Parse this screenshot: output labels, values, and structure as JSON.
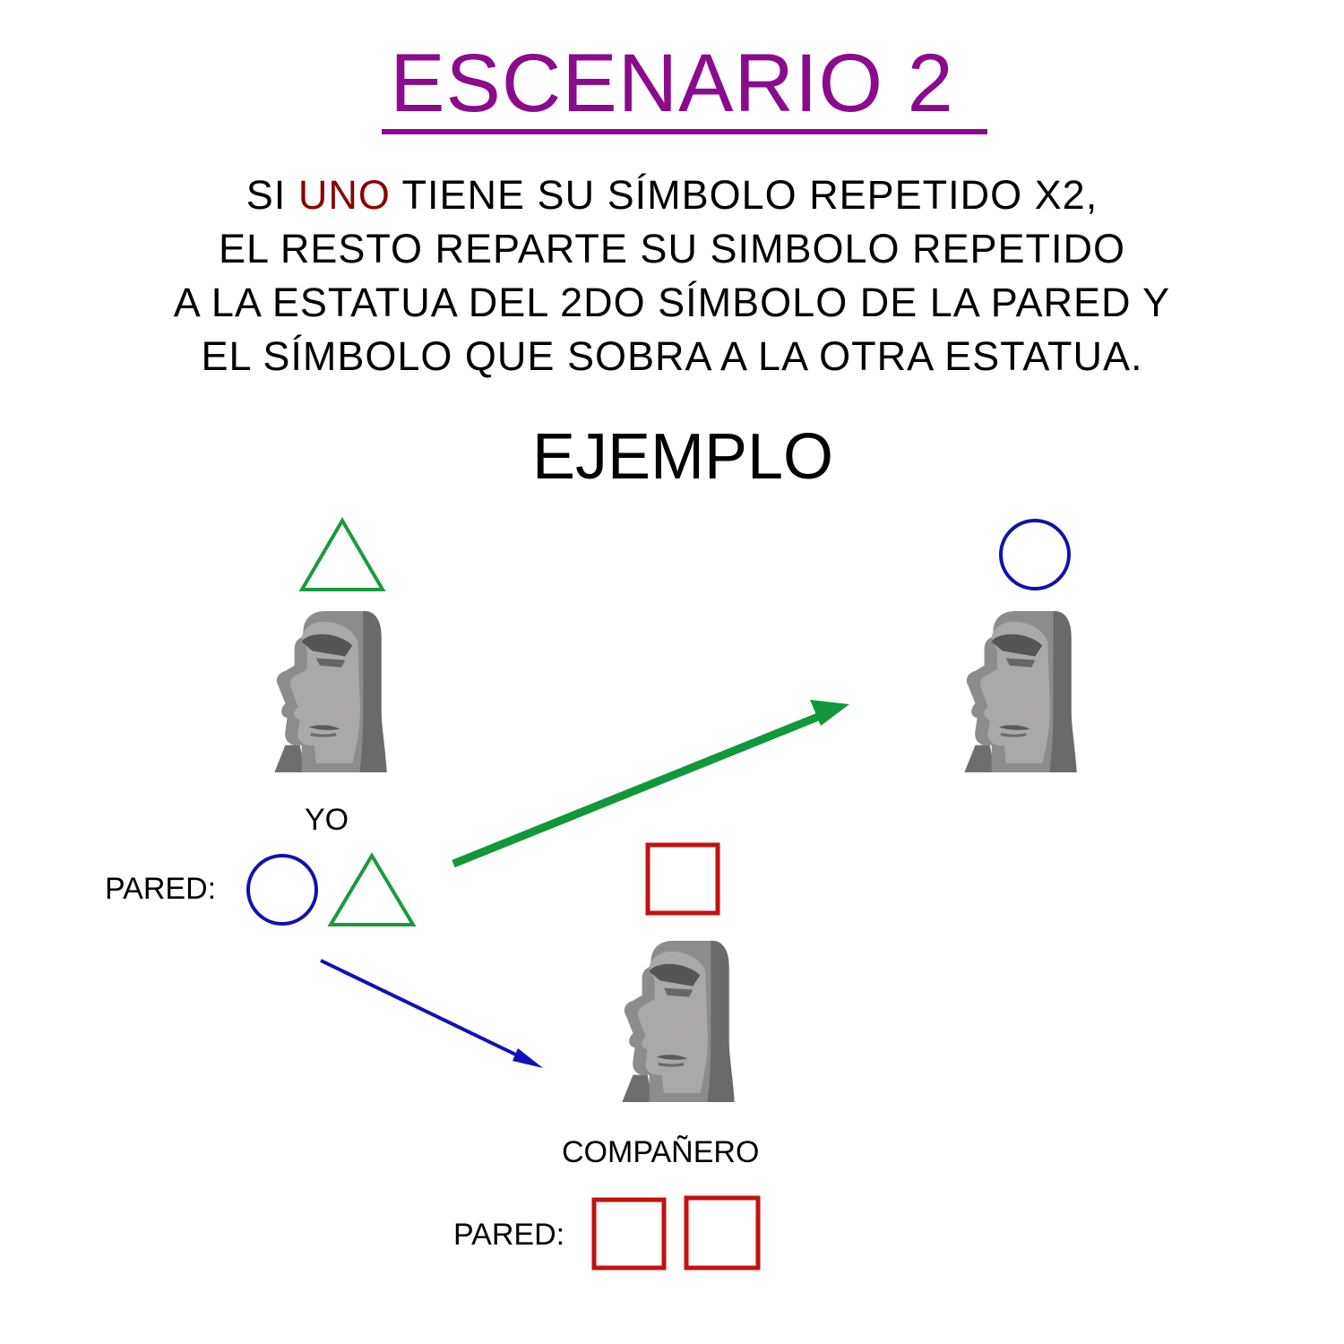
{
  "title": "ESCENARIO 2",
  "rule": {
    "line1_before": "SI",
    "line1_highlight": "UNO",
    "line1_after": "TIENE SU SÍMBOLO REPETIDO X2,",
    "line2": "EL RESTO REPARTE SU SIMBOLO REPETIDO",
    "line3": "A LA ESTATUA DEL 2DO SÍMBOLO DE LA PARED Y",
    "line4": "EL SÍMBOLO QUE SOBRA A LA OTRA ESTATUA."
  },
  "example_heading": "EJEMPLO",
  "statues": {
    "me": {
      "label": "YO",
      "symbol": "triangle"
    },
    "other": {
      "symbol": "circle"
    },
    "partner": {
      "label": "COMPAÑERO",
      "symbol": "square"
    }
  },
  "walls": {
    "me": {
      "label": "PARED:",
      "symbols": [
        "circle",
        "triangle"
      ]
    },
    "partner": {
      "label": "PARED:",
      "symbols": [
        "square",
        "square"
      ]
    }
  },
  "arrows": [
    {
      "from": "me-wall-triangle",
      "to": "other-statue",
      "color": "green"
    },
    {
      "from": "me-wall-circle",
      "to": "partner-statue",
      "color": "blue"
    }
  ],
  "colors": {
    "title": "#8b0a8e",
    "highlight": "#8b0000",
    "triangle": "#1a9a3e",
    "circle": "#1010b0",
    "square": "#c41010",
    "arrow_green": "#12973b",
    "arrow_blue": "#1010b8"
  }
}
